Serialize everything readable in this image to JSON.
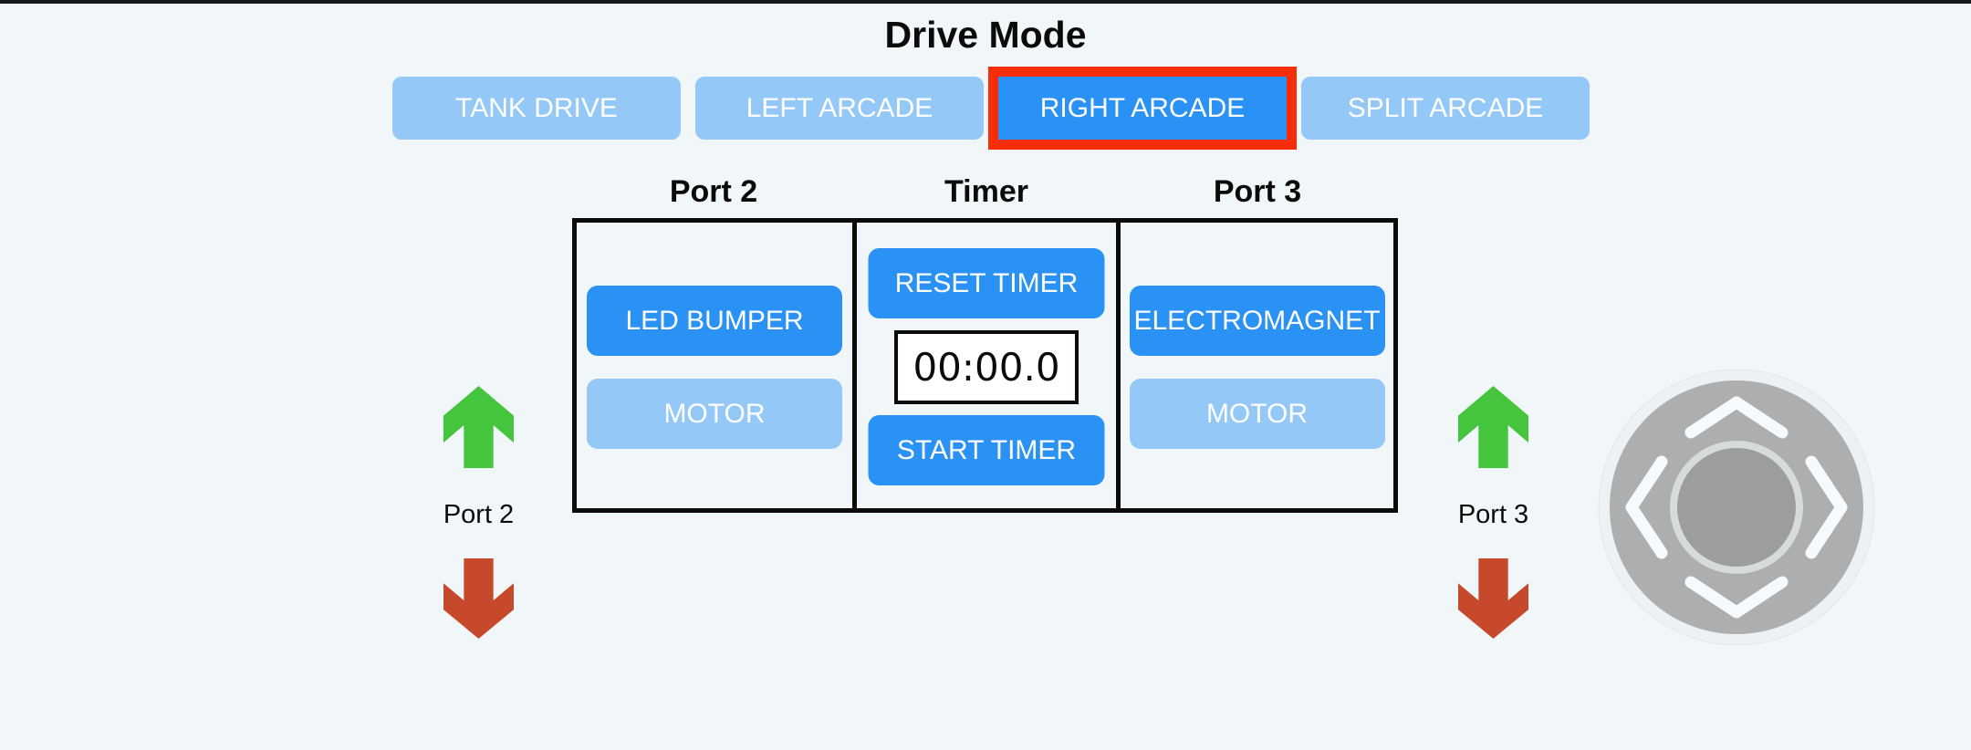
{
  "page": {
    "title": "Drive Mode"
  },
  "drive_modes": {
    "selected_mode": "RIGHT ARCADE",
    "items": [
      {
        "label": "TANK DRIVE",
        "selected": false
      },
      {
        "label": "LEFT ARCADE",
        "selected": false
      },
      {
        "label": "RIGHT ARCADE",
        "selected": true
      },
      {
        "label": "SPLIT ARCADE",
        "selected": false
      }
    ]
  },
  "control_table": {
    "port2": {
      "header": "Port 2",
      "device_button": "LED BUMPER",
      "motor_button": "MOTOR"
    },
    "timer": {
      "header": "Timer",
      "reset_button": "RESET TIMER",
      "display": "00:00.0",
      "start_button": "START TIMER"
    },
    "port3": {
      "header": "Port 3",
      "device_button": "ELECTROMAGNET",
      "motor_button": "MOTOR"
    }
  },
  "port_steppers": {
    "left": {
      "label": "Port 2",
      "up_icon": "thick-up-arrow",
      "down_icon": "thick-down-arrow"
    },
    "right": {
      "label": "Port 3",
      "up_icon": "thick-up-arrow",
      "down_icon": "thick-down-arrow"
    }
  },
  "joystick": {
    "chevron_directions": [
      "up",
      "left",
      "right",
      "down"
    ]
  },
  "colors": {
    "background": "#F1F6F9",
    "active_blue": "#2B92F5",
    "inactive_blue": "#94C8F6",
    "selected_outline_red": "#F52D0A",
    "up_arrow_green": "#45C43D",
    "down_arrow_red": "#C7492B"
  }
}
